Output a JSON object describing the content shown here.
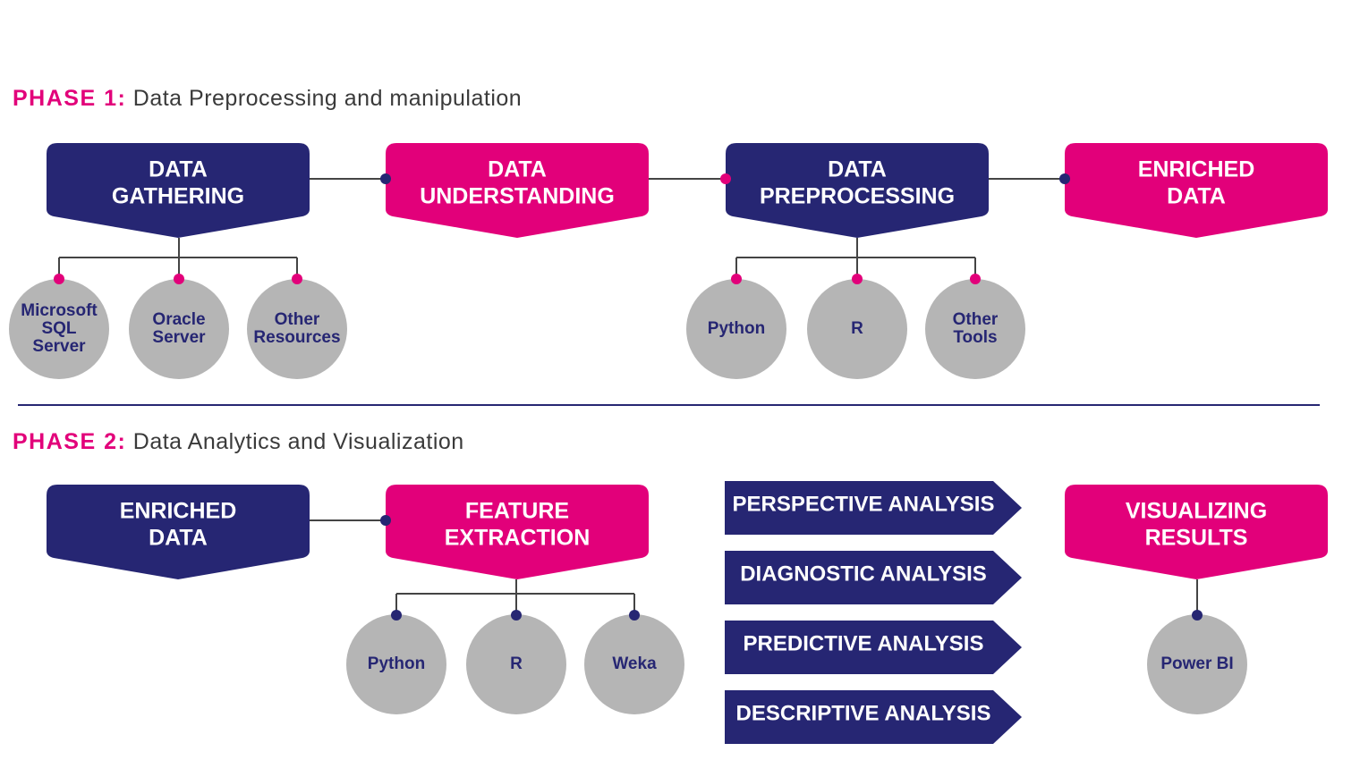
{
  "colors": {
    "navy": "#262673",
    "pink": "#e2007a",
    "grey": "#b5b5b5",
    "line": "#444444"
  },
  "phase1": {
    "label": "PHASE 1:",
    "title": "Data Preprocessing and manipulation",
    "boxes": [
      {
        "lines": [
          "DATA",
          "GATHERING"
        ],
        "color": "navy"
      },
      {
        "lines": [
          "DATA",
          "UNDERSTANDING"
        ],
        "color": "pink"
      },
      {
        "lines": [
          "DATA",
          "PREPROCESSING"
        ],
        "color": "navy"
      },
      {
        "lines": [
          "ENRICHED",
          "DATA"
        ],
        "color": "pink"
      }
    ],
    "gathering_sources": [
      [
        "Microsoft",
        "SQL",
        "Server"
      ],
      [
        "Oracle",
        "Server"
      ],
      [
        "Other",
        "Resources"
      ]
    ],
    "preprocessing_tools": [
      [
        "Python"
      ],
      [
        "R"
      ],
      [
        "Other",
        "Tools"
      ]
    ]
  },
  "phase2": {
    "label": "PHASE 2:",
    "title": "Data Analytics and Visualization",
    "boxes": [
      {
        "lines": [
          "ENRICHED",
          "DATA"
        ],
        "color": "navy"
      },
      {
        "lines": [
          "FEATURE",
          "EXTRACTION"
        ],
        "color": "pink"
      },
      {
        "lines": [
          "VISUALIZING",
          "RESULTS"
        ],
        "color": "pink"
      }
    ],
    "feature_tools": [
      [
        "Python"
      ],
      [
        "R"
      ],
      [
        "Weka"
      ]
    ],
    "analyses": [
      "PERSPECTIVE ANALYSIS",
      "DIAGNOSTIC ANALYSIS",
      "PREDICTIVE ANALYSIS",
      "DESCRIPTIVE ANALYSIS"
    ],
    "visualization_tools": [
      [
        "Power BI"
      ]
    ]
  }
}
